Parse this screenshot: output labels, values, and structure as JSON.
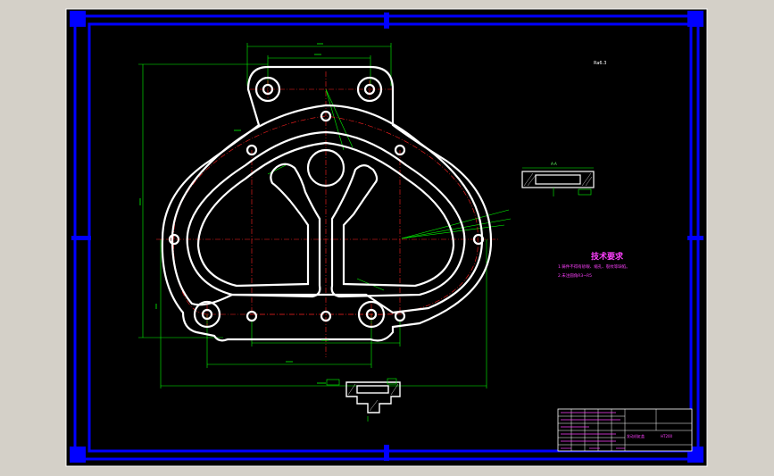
{
  "drawing": {
    "background_color": "#000000",
    "frame_color": "#0000ff",
    "part_outline_color": "#ffffff",
    "centerline_color": "#ff2020",
    "dimension_color": "#00ff00",
    "annotation_color": "#ff40ff"
  },
  "tech_requirements": {
    "title": "技术要求",
    "lines": [
      "1.铸件不得有砂眼、缩孔、裂纹等缺陷。",
      "2.未注圆角R3~R5"
    ]
  },
  "section_label": "A-A",
  "roughness_mark": "Ra6.3",
  "title_block": {
    "part_name": "发动机缸盖",
    "material": "HT200"
  }
}
